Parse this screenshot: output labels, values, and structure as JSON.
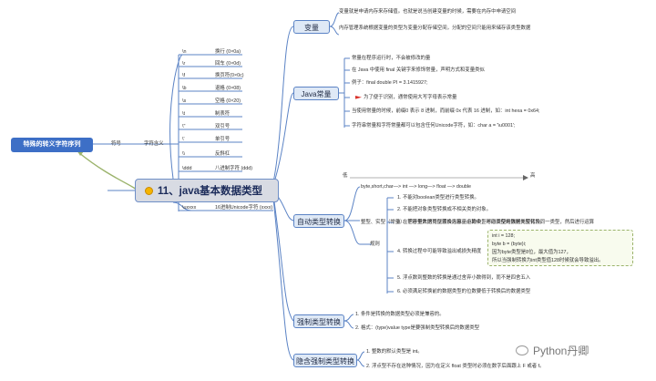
{
  "central": {
    "title": "11、java基本数据类型"
  },
  "left": {
    "title": "特殊的转义字符序列"
  },
  "escape": {
    "header_symbol": "符号",
    "header_meaning": "字符含义",
    "rows": [
      {
        "sym": "\\n",
        "text": "换行 (0×0a)"
      },
      {
        "sym": "\\r",
        "text": "回车 (0×0d)"
      },
      {
        "sym": "\\f",
        "text": "换页符(0×0c)"
      },
      {
        "sym": "\\b",
        "text": "退格 (0×08)"
      },
      {
        "sym": "\\s",
        "text": "空格 (0×20)"
      },
      {
        "sym": "\\t",
        "text": "制表符"
      },
      {
        "sym": "\\\"",
        "text": "双引号"
      },
      {
        "sym": "\\'",
        "text": "单引号"
      },
      {
        "sym": "\\\\",
        "text": "反斜杠"
      },
      {
        "sym": "\\ddd",
        "text": "八进制字符 (ddd)"
      },
      {
        "sym": "\\uxxxx",
        "text": "16进制Unicode字符 (xxxx)"
      }
    ]
  },
  "branches": {
    "variable": "变量",
    "constant": "Java常量",
    "auto": "自动类型转换",
    "force": "强制类型转换",
    "implicit": "隐含强制类型转换"
  },
  "variable_notes": [
    "变量就是申请内存来存储值。也就是说当创建变量的时候，需要在内存中申请空间",
    "内存管理系统根据变量的类型为变量分配存储空间，分配的空间只能用来储存该类型数据"
  ],
  "constant_notes": [
    "常量在程序运行时，不会被修改的量",
    "在 Java 中使用 final 关键字来修饰常量，声明方式和变量类似",
    "例子：final double PI = 3.1415927;",
    "为了便于识别，通常使用大写字母表示常量",
    "当使用常量的时候，前缀0 表示 8 进制，而前缀 0x 代表 16 进制，如：int hexa = 0x64;",
    "字符串常量和字符常量都可以包含任何Unicode字符，如：char a = '\\u0001';"
  ],
  "auto_notes": {
    "low": "低",
    "high": "高",
    "order": "byte,short,char—> int —> long—> float —> double",
    "rule_text": "整型、实型（常量）、字符型数据可以混合运算。运算中，不同类型的数据先转化为同一类型，然后进行运算",
    "rules_label": "规则",
    "rules": [
      "1. 不能对boolean类型进行类型转换。",
      "2. 不能把对象类型转换成不相关类的对象。",
      "3. 在把容量大的类型转换为容量小的类型时必须使用强制类型转换。",
      "4. 转换过程中可能导致溢出或损失精度",
      "5. 浮点数到整数的转换是通过舍弃小数得到，而不是四舍五入",
      "6. 必须满足转换前的数据类型的位数要低于转换后的数据类型"
    ],
    "example": [
      "int i = 128;",
      "byte b = (byte)i;",
      "因为byte类型是8位，最大值为127，",
      "所以当强制转换为int类型值128时候就会导致溢出。"
    ]
  },
  "force_notes": [
    "1. 条件是转换的数据类型必须是兼容的。",
    "2. 格式：(type)value type是要强制类型转换后的数据类型"
  ],
  "implicit_notes": [
    "1. 整数的默认类型是 int。",
    "2. 浮点型不存在这种情况，因为在定义 float 类型时必须在数字后面跟上 F 或者 f。"
  ],
  "watermark": "Python丹卿"
}
